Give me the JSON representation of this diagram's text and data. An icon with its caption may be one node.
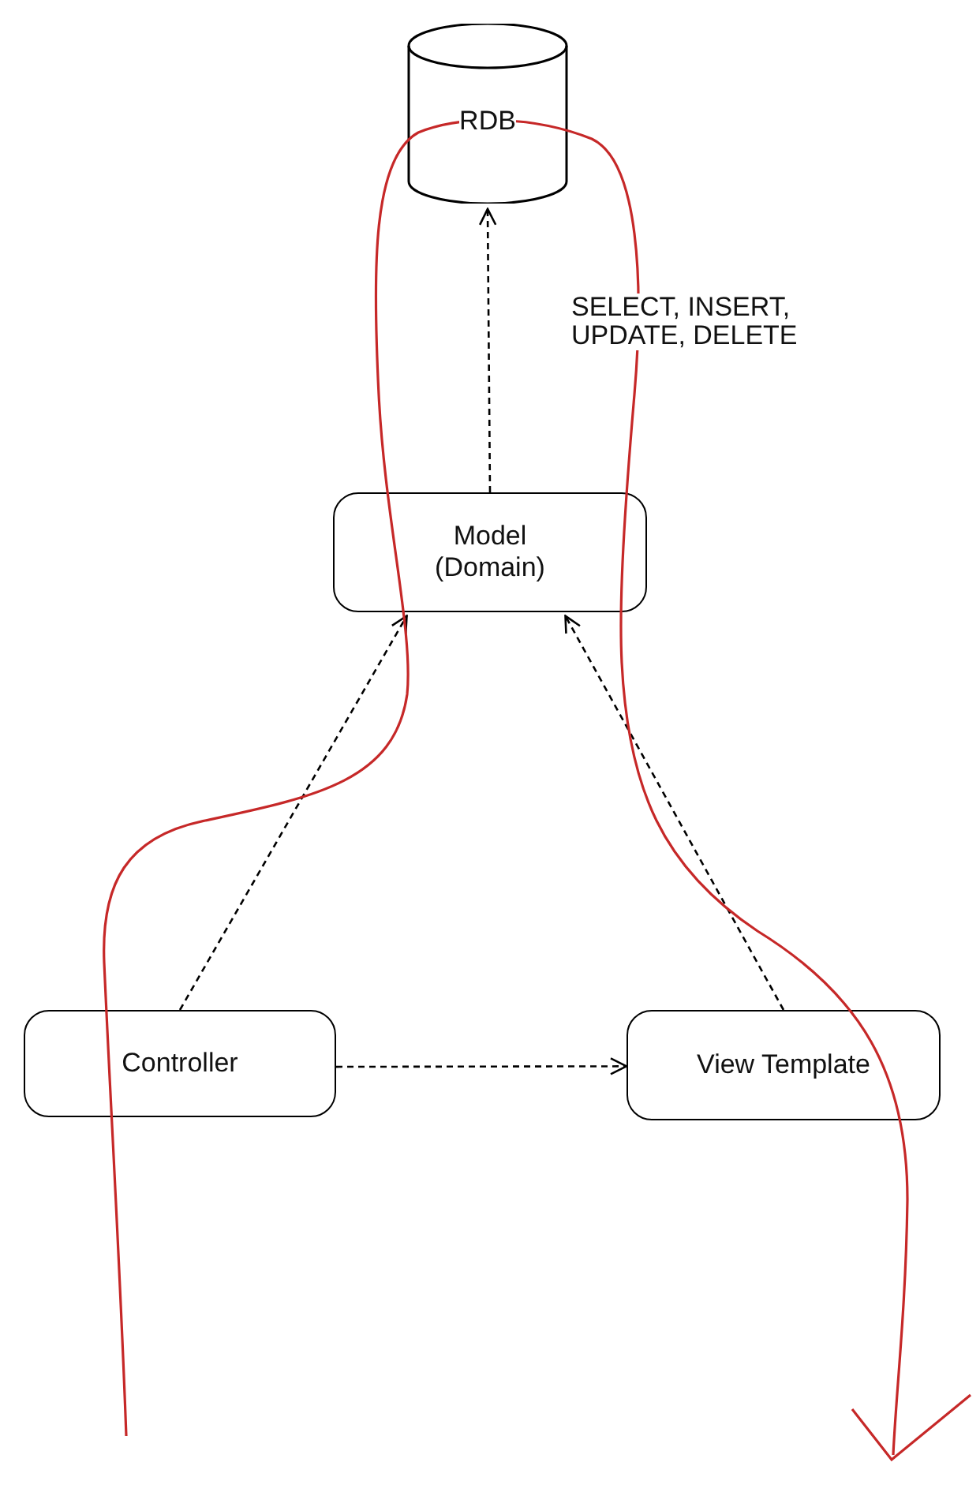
{
  "diagram": {
    "nodes": [
      {
        "text": [
          "RDB"
        ]
      },
      {
        "text": [
          "Model (Domain)"
        ]
      },
      {
        "text": [
          "Controller"
        ]
      },
      {
        "text": [
          "View Template"
        ]
      }
    ],
    "edges": [
      {
        "from": 1,
        "to": 0,
        "arrow": "to",
        "style": "dashed",
        "label": "SELECT, INSERT, UPDATE, DELETE"
      },
      {
        "from": 2,
        "to": 1,
        "arrow": "to",
        "style": "dashed"
      },
      {
        "from": 3,
        "to": 1,
        "arrow": "to",
        "style": "dashed"
      },
      {
        "from": 2,
        "to": 3,
        "arrow": "to",
        "style": "dashed"
      }
    ]
  }
}
